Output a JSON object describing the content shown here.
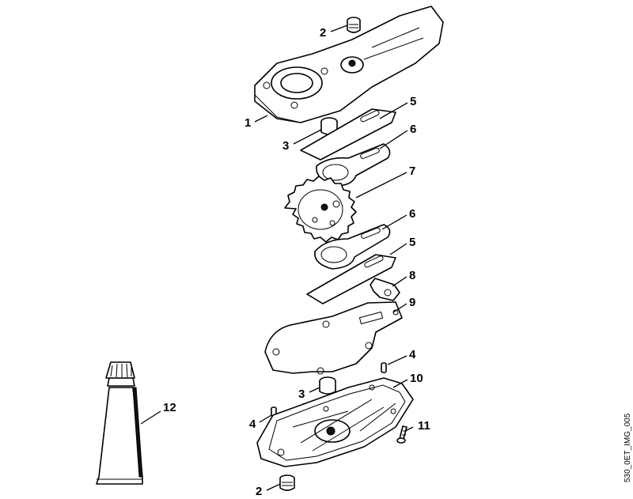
{
  "callouts": {
    "c1": "1",
    "c2_top": "2",
    "c3_top": "3",
    "c5_top": "5",
    "c6_top": "6",
    "c7": "7",
    "c6_bottom": "6",
    "c5_bottom": "5",
    "c8": "8",
    "c9": "9",
    "c4_right": "4",
    "c10": "10",
    "c3_bottom": "3",
    "c11": "11",
    "c4_left": "4",
    "c12": "12",
    "c2_bottom": "2"
  },
  "reference_code": "530_0ET_IMG_005"
}
